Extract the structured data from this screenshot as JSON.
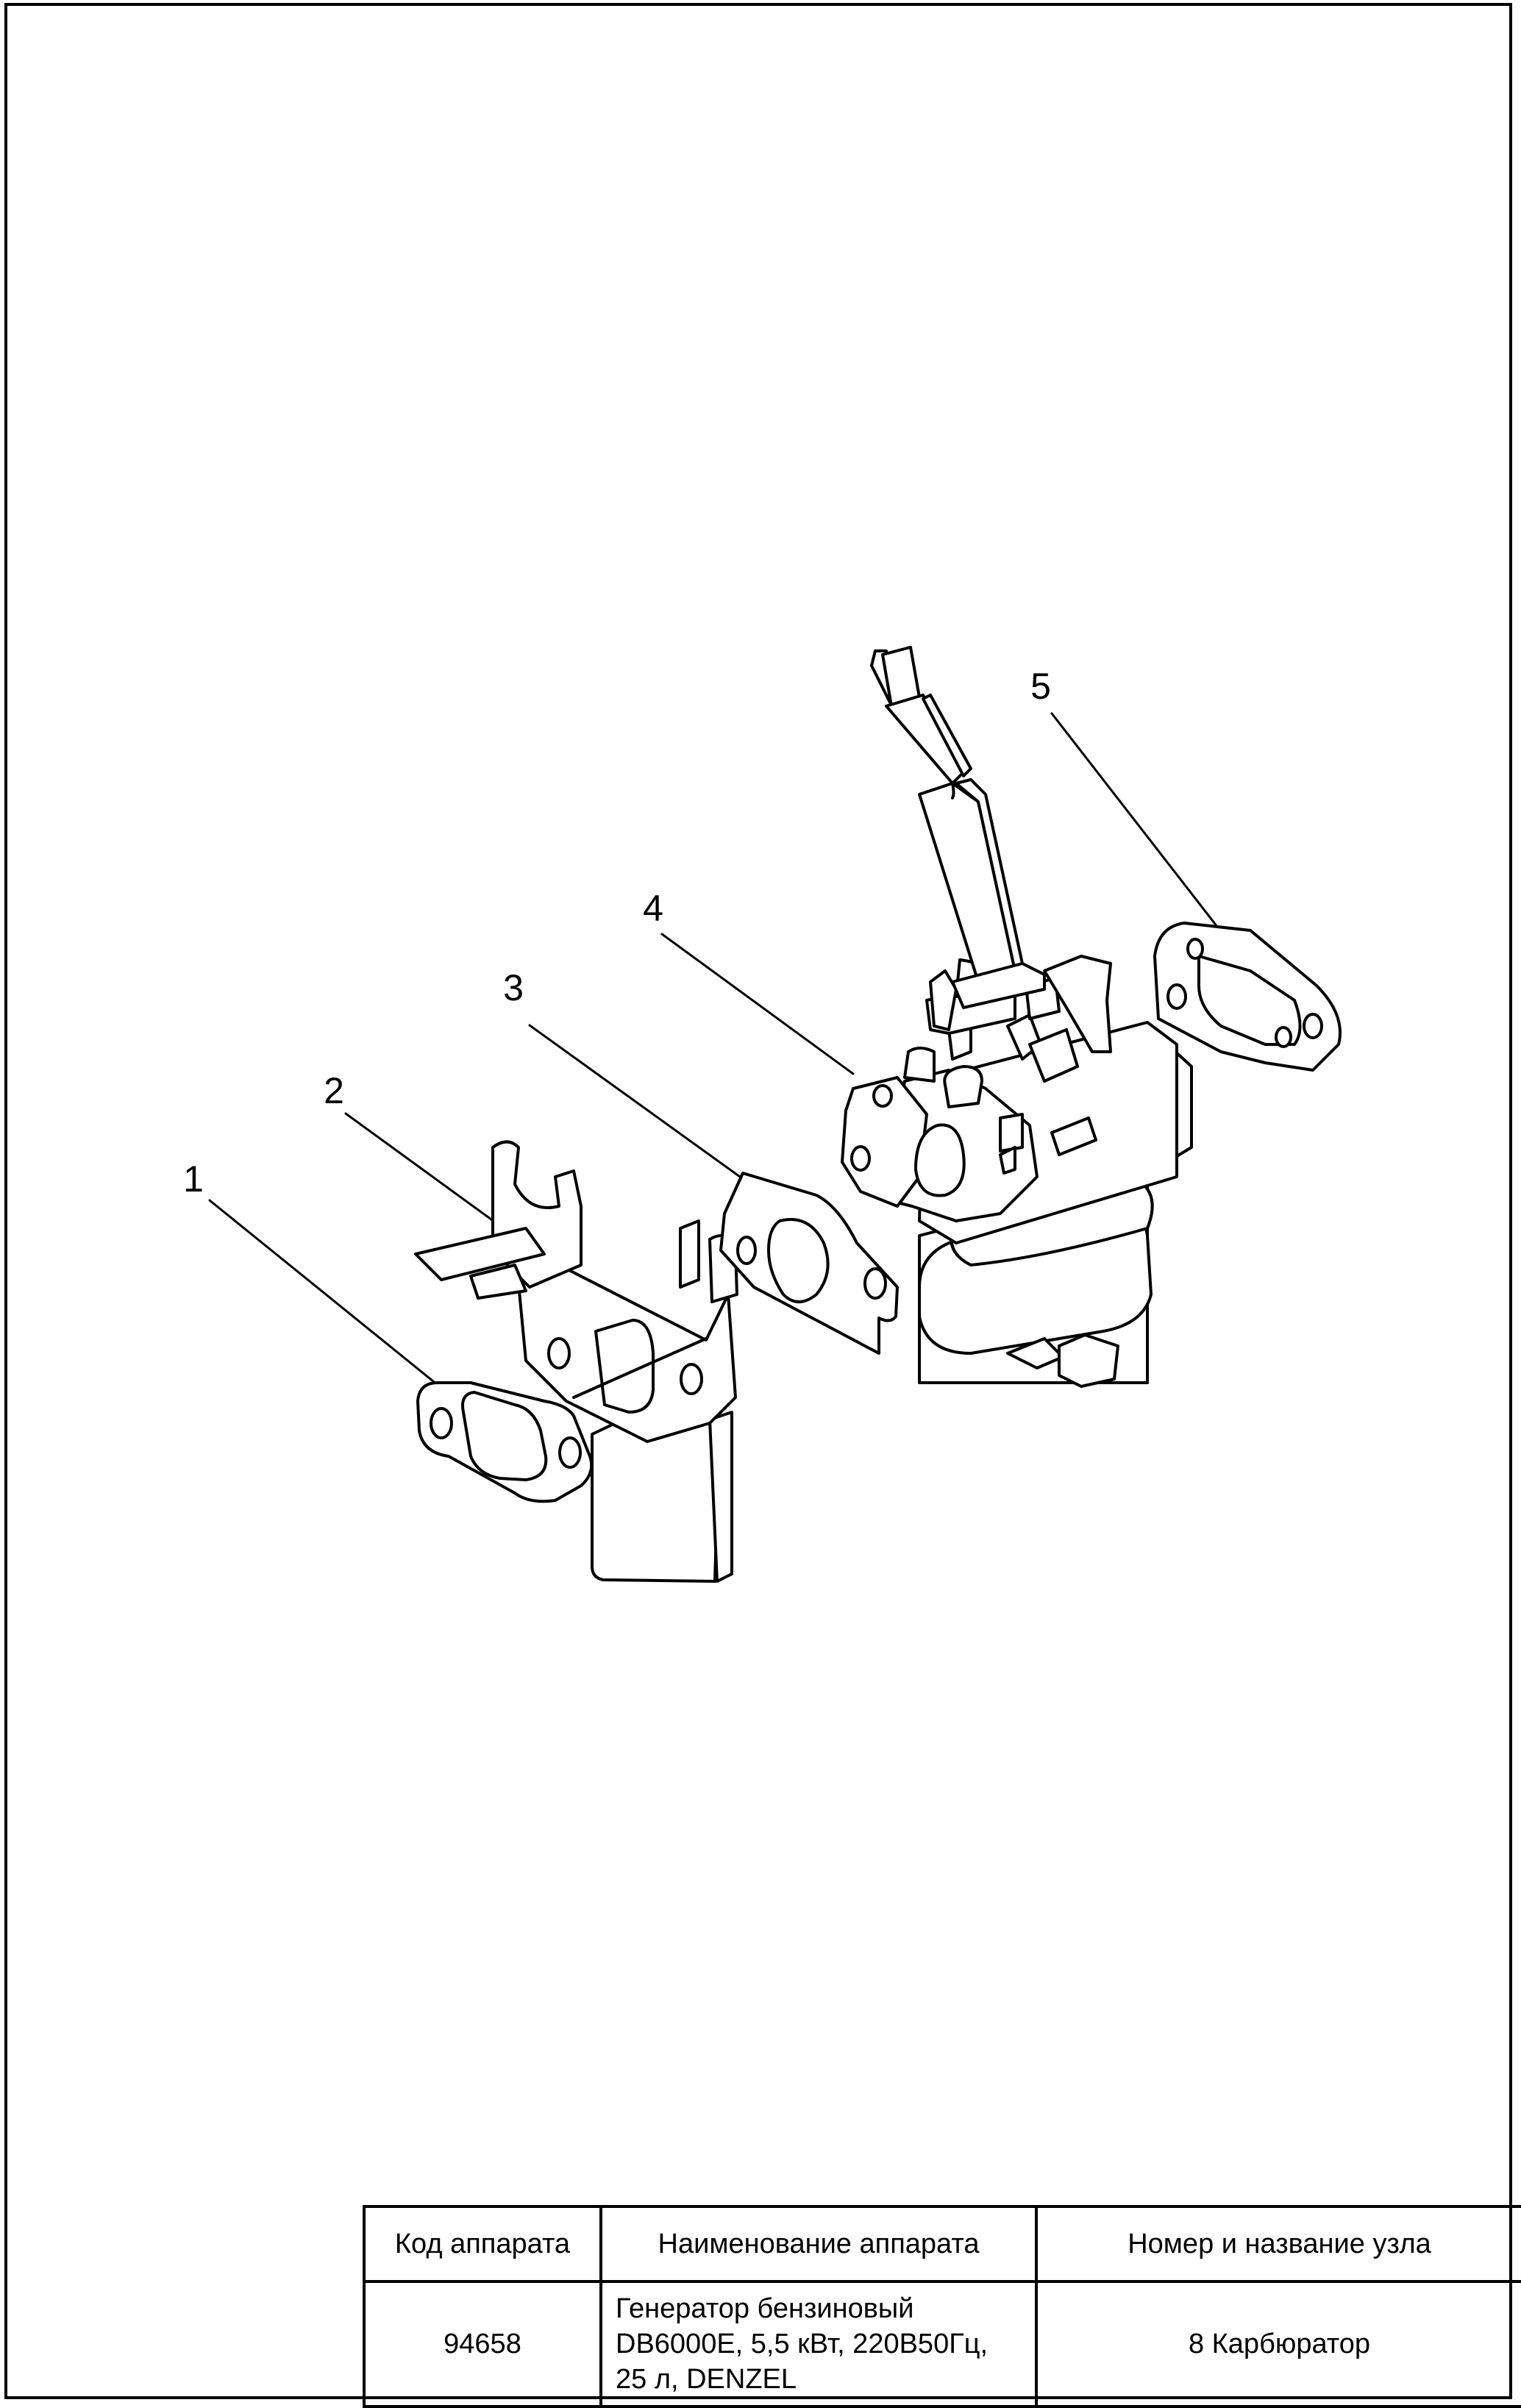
{
  "callouts": [
    "1",
    "2",
    "3",
    "4",
    "5"
  ],
  "title_block": {
    "headers": [
      "Код аппарата",
      "Наименование аппарата",
      "Номер и название узла"
    ],
    "code": "94658",
    "name_lines": [
      "Генератор бензиновый",
      "DB6000E, 5,5 кВт, 220В50Гц,",
      "25 л, DENZEL"
    ],
    "assembly": "8 Карбюратор"
  }
}
